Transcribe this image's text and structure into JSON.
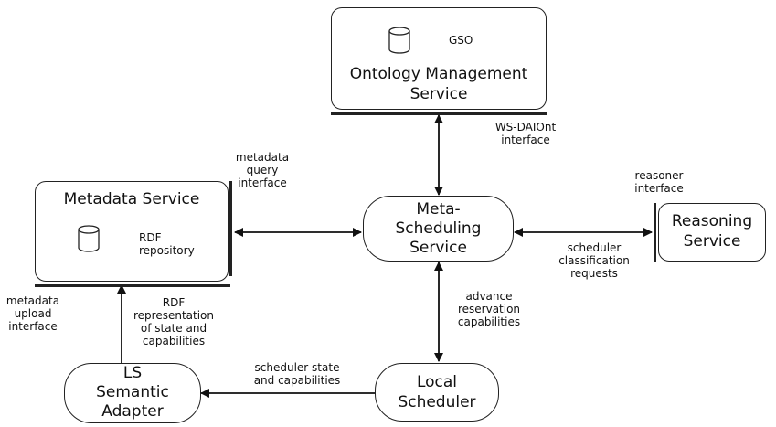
{
  "nodes": {
    "oms": {
      "title_1": "Ontology Management",
      "title_2": "Service",
      "db_label": "GSO"
    },
    "metadata": {
      "title": "Metadata Service",
      "db_label_1": "RDF",
      "db_label_2": "repository"
    },
    "meta_scheduling": {
      "line_1": "Meta-",
      "line_2": "Scheduling",
      "line_3": "Service"
    },
    "reasoning": {
      "line_1": "Reasoning",
      "line_2": "Service"
    },
    "local_scheduler": {
      "line_1": "Local",
      "line_2": "Scheduler"
    },
    "ls_adapter": {
      "line_1": "LS",
      "line_2": "Semantic",
      "line_3": "Adapter"
    }
  },
  "edge_labels": {
    "ws_daiont": [
      "WS-DAIOnt",
      "interface"
    ],
    "metadata_query": [
      "metadata",
      "query",
      "interface"
    ],
    "reasoner_interface": [
      "reasoner",
      "interface"
    ],
    "scheduler_classification": [
      "scheduler",
      "classification",
      "requests"
    ],
    "advance_reservation": [
      "advance",
      "reservation",
      "capabilities"
    ],
    "metadata_upload": [
      "metadata",
      "upload",
      "interface"
    ],
    "rdf_representation": [
      "RDF",
      "representation",
      "of state and",
      "capabilities"
    ],
    "scheduler_state": [
      "scheduler state",
      "and capabilities"
    ]
  },
  "icons": {
    "database": "database-cylinder-icon",
    "arrow": "arrowhead"
  }
}
